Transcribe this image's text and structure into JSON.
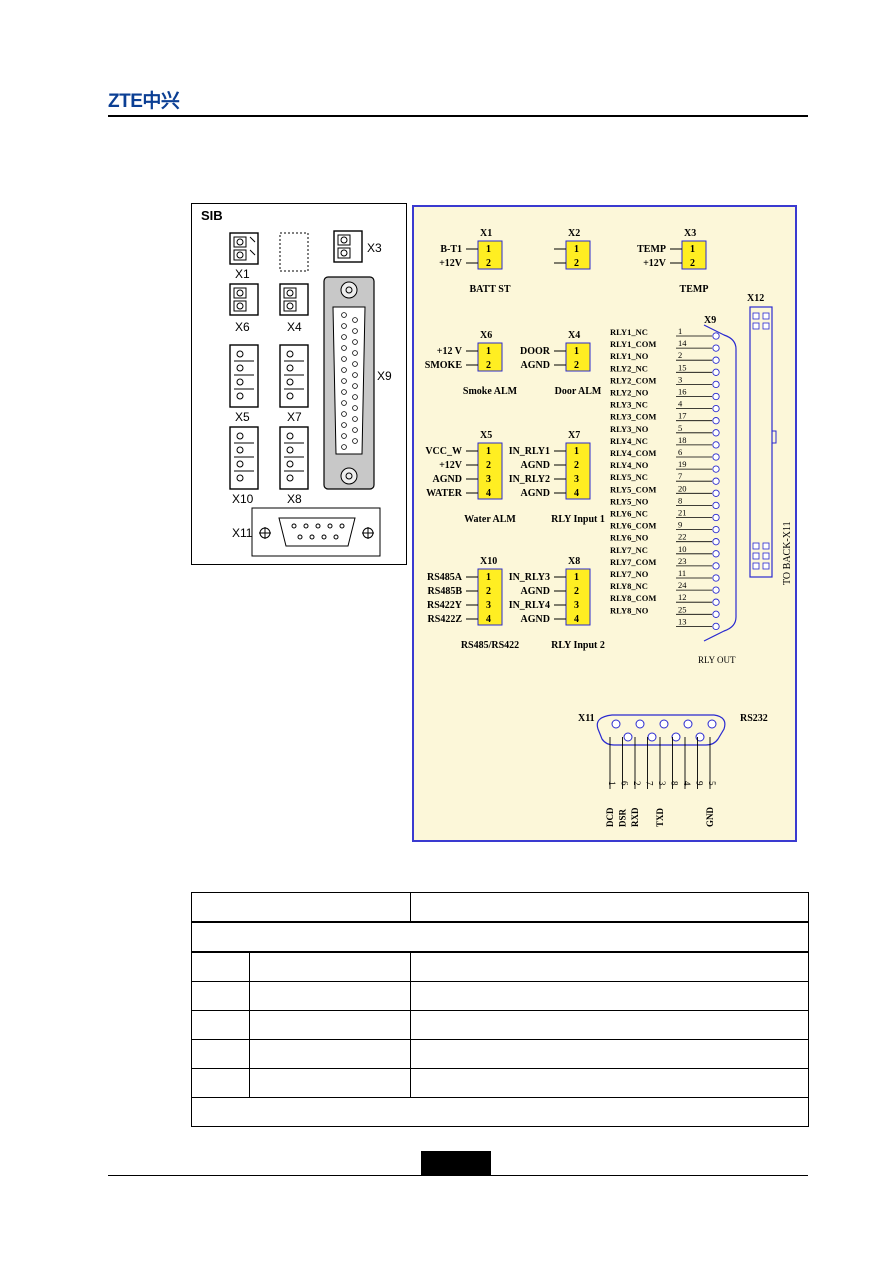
{
  "header": {
    "logo_text": "ZTE中兴"
  },
  "sib": {
    "title": "SIB",
    "connectors": {
      "x1": "X1",
      "x3": "X3",
      "x4": "X4",
      "x5": "X5",
      "x6": "X6",
      "x7": "X7",
      "x8": "X8",
      "x9": "X9",
      "x10": "X10",
      "x11": "X11"
    }
  },
  "schematic": {
    "x1": {
      "name": "X1",
      "pins": [
        "B-T1",
        "+12V"
      ],
      "caption": "BATT ST"
    },
    "x2": {
      "name": "X2"
    },
    "x3": {
      "name": "X3",
      "pins": [
        "TEMP",
        "+12V"
      ],
      "caption": "TEMP"
    },
    "x6": {
      "name": "X6",
      "pins": [
        "+12 V",
        "SMOKE"
      ],
      "caption": "Smoke ALM"
    },
    "x4": {
      "name": "X4",
      "pins": [
        "DOOR",
        "AGND"
      ],
      "caption": "Door ALM"
    },
    "x5": {
      "name": "X5",
      "pins": [
        "VCC_W",
        "+12V",
        "AGND",
        "WATER"
      ],
      "caption": "Water ALM"
    },
    "x7": {
      "name": "X7",
      "pins": [
        "IN_RLY1",
        "AGND",
        "IN_RLY2",
        "AGND"
      ],
      "caption": "RLY Input 1"
    },
    "x10": {
      "name": "X10",
      "pins": [
        "RS485A",
        "RS485B",
        "RS422Y",
        "RS422Z"
      ],
      "caption": "RS485/RS422"
    },
    "x8": {
      "name": "X8",
      "pins": [
        "IN_RLY3",
        "AGND",
        "IN_RLY4",
        "AGND"
      ],
      "caption": "RLY Input 2"
    },
    "x9": {
      "name": "X9",
      "caption": "RLY OUT",
      "signals": [
        "RLY1_NC",
        "RLY1_COM",
        "RLY1_NO",
        "RLY2_NC",
        "RLY2_COM",
        "RLY2_NO",
        "RLY3_NC",
        "RLY3_COM",
        "RLY3_NO",
        "RLY4_NC",
        "RLY4_COM",
        "RLY4_NO",
        "RLY5_NC",
        "RLY5_COM",
        "RLY5_NO",
        "RLY6_NC",
        "RLY6_COM",
        "RLY6_NO",
        "RLY7_NC",
        "RLY7_COM",
        "RLY7_NO",
        "RLY8_NC",
        "RLY8_COM",
        "RLY8_NO",
        ""
      ],
      "pins": [
        "1",
        "14",
        "2",
        "15",
        "3",
        "16",
        "4",
        "17",
        "5",
        "18",
        "6",
        "19",
        "7",
        "20",
        "8",
        "21",
        "9",
        "22",
        "10",
        "23",
        "11",
        "24",
        "12",
        "25",
        "13"
      ]
    },
    "x12": {
      "name": "X12",
      "label": "TO BACK-X11"
    },
    "x11": {
      "name": "X11",
      "label": "RS232",
      "pins": [
        "1",
        "6",
        "2",
        "7",
        "3",
        "8",
        "4",
        "9",
        "5"
      ],
      "signals": [
        "DCD",
        "DSR",
        "RXD",
        "",
        "TXD",
        "",
        "",
        "",
        "GND"
      ]
    },
    "pin_numbers": {
      "two": [
        "1",
        "2"
      ],
      "four": [
        "1",
        "2",
        "3",
        "4"
      ]
    }
  },
  "table": {
    "header": [
      "",
      ""
    ],
    "section": "",
    "rows": [
      [
        "",
        "",
        ""
      ],
      [
        "",
        "",
        ""
      ],
      [
        "",
        "",
        ""
      ],
      [
        "",
        "",
        ""
      ],
      [
        "",
        "",
        ""
      ]
    ],
    "footer": ""
  }
}
